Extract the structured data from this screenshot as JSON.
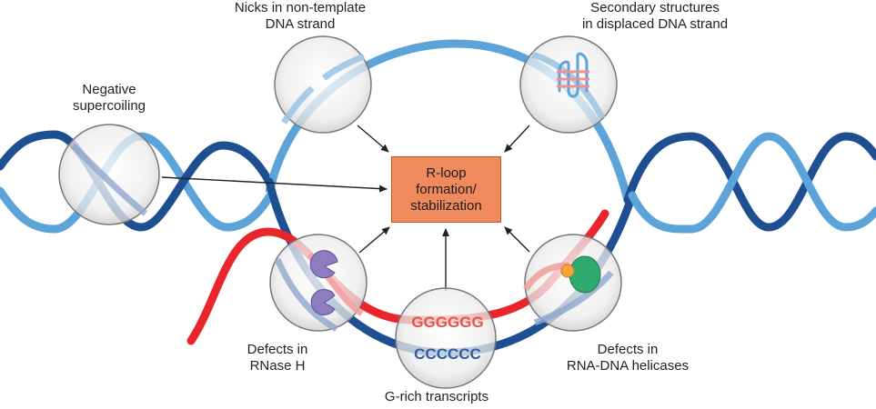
{
  "labels": {
    "nicks": [
      "Nicks in non-template",
      "DNA strand"
    ],
    "secondary": [
      "Secondary structures",
      "in displaced DNA strand"
    ],
    "negative": [
      "Negative",
      "supercoiling"
    ],
    "rnaseh": [
      "Defects in",
      "RNase H"
    ],
    "helicases": [
      "Defects in",
      "RNA-DNA helicases"
    ],
    "grich": "G-rich transcripts"
  },
  "center": [
    "R-loop",
    "formation/",
    "stabilization"
  ],
  "sequences": {
    "rna": "GGGGGG",
    "dna": "CCCCCC"
  },
  "colors": {
    "dark_strand": "#1d4f91",
    "light_strand": "#5ba3d9",
    "rna": "#e8262c",
    "box": "#f08a5c",
    "enzyme_rnaseh": "#8d7cc0",
    "enzyme_helicase": "#2eaa6e",
    "enzyme_dot": "#f5a53a"
  }
}
